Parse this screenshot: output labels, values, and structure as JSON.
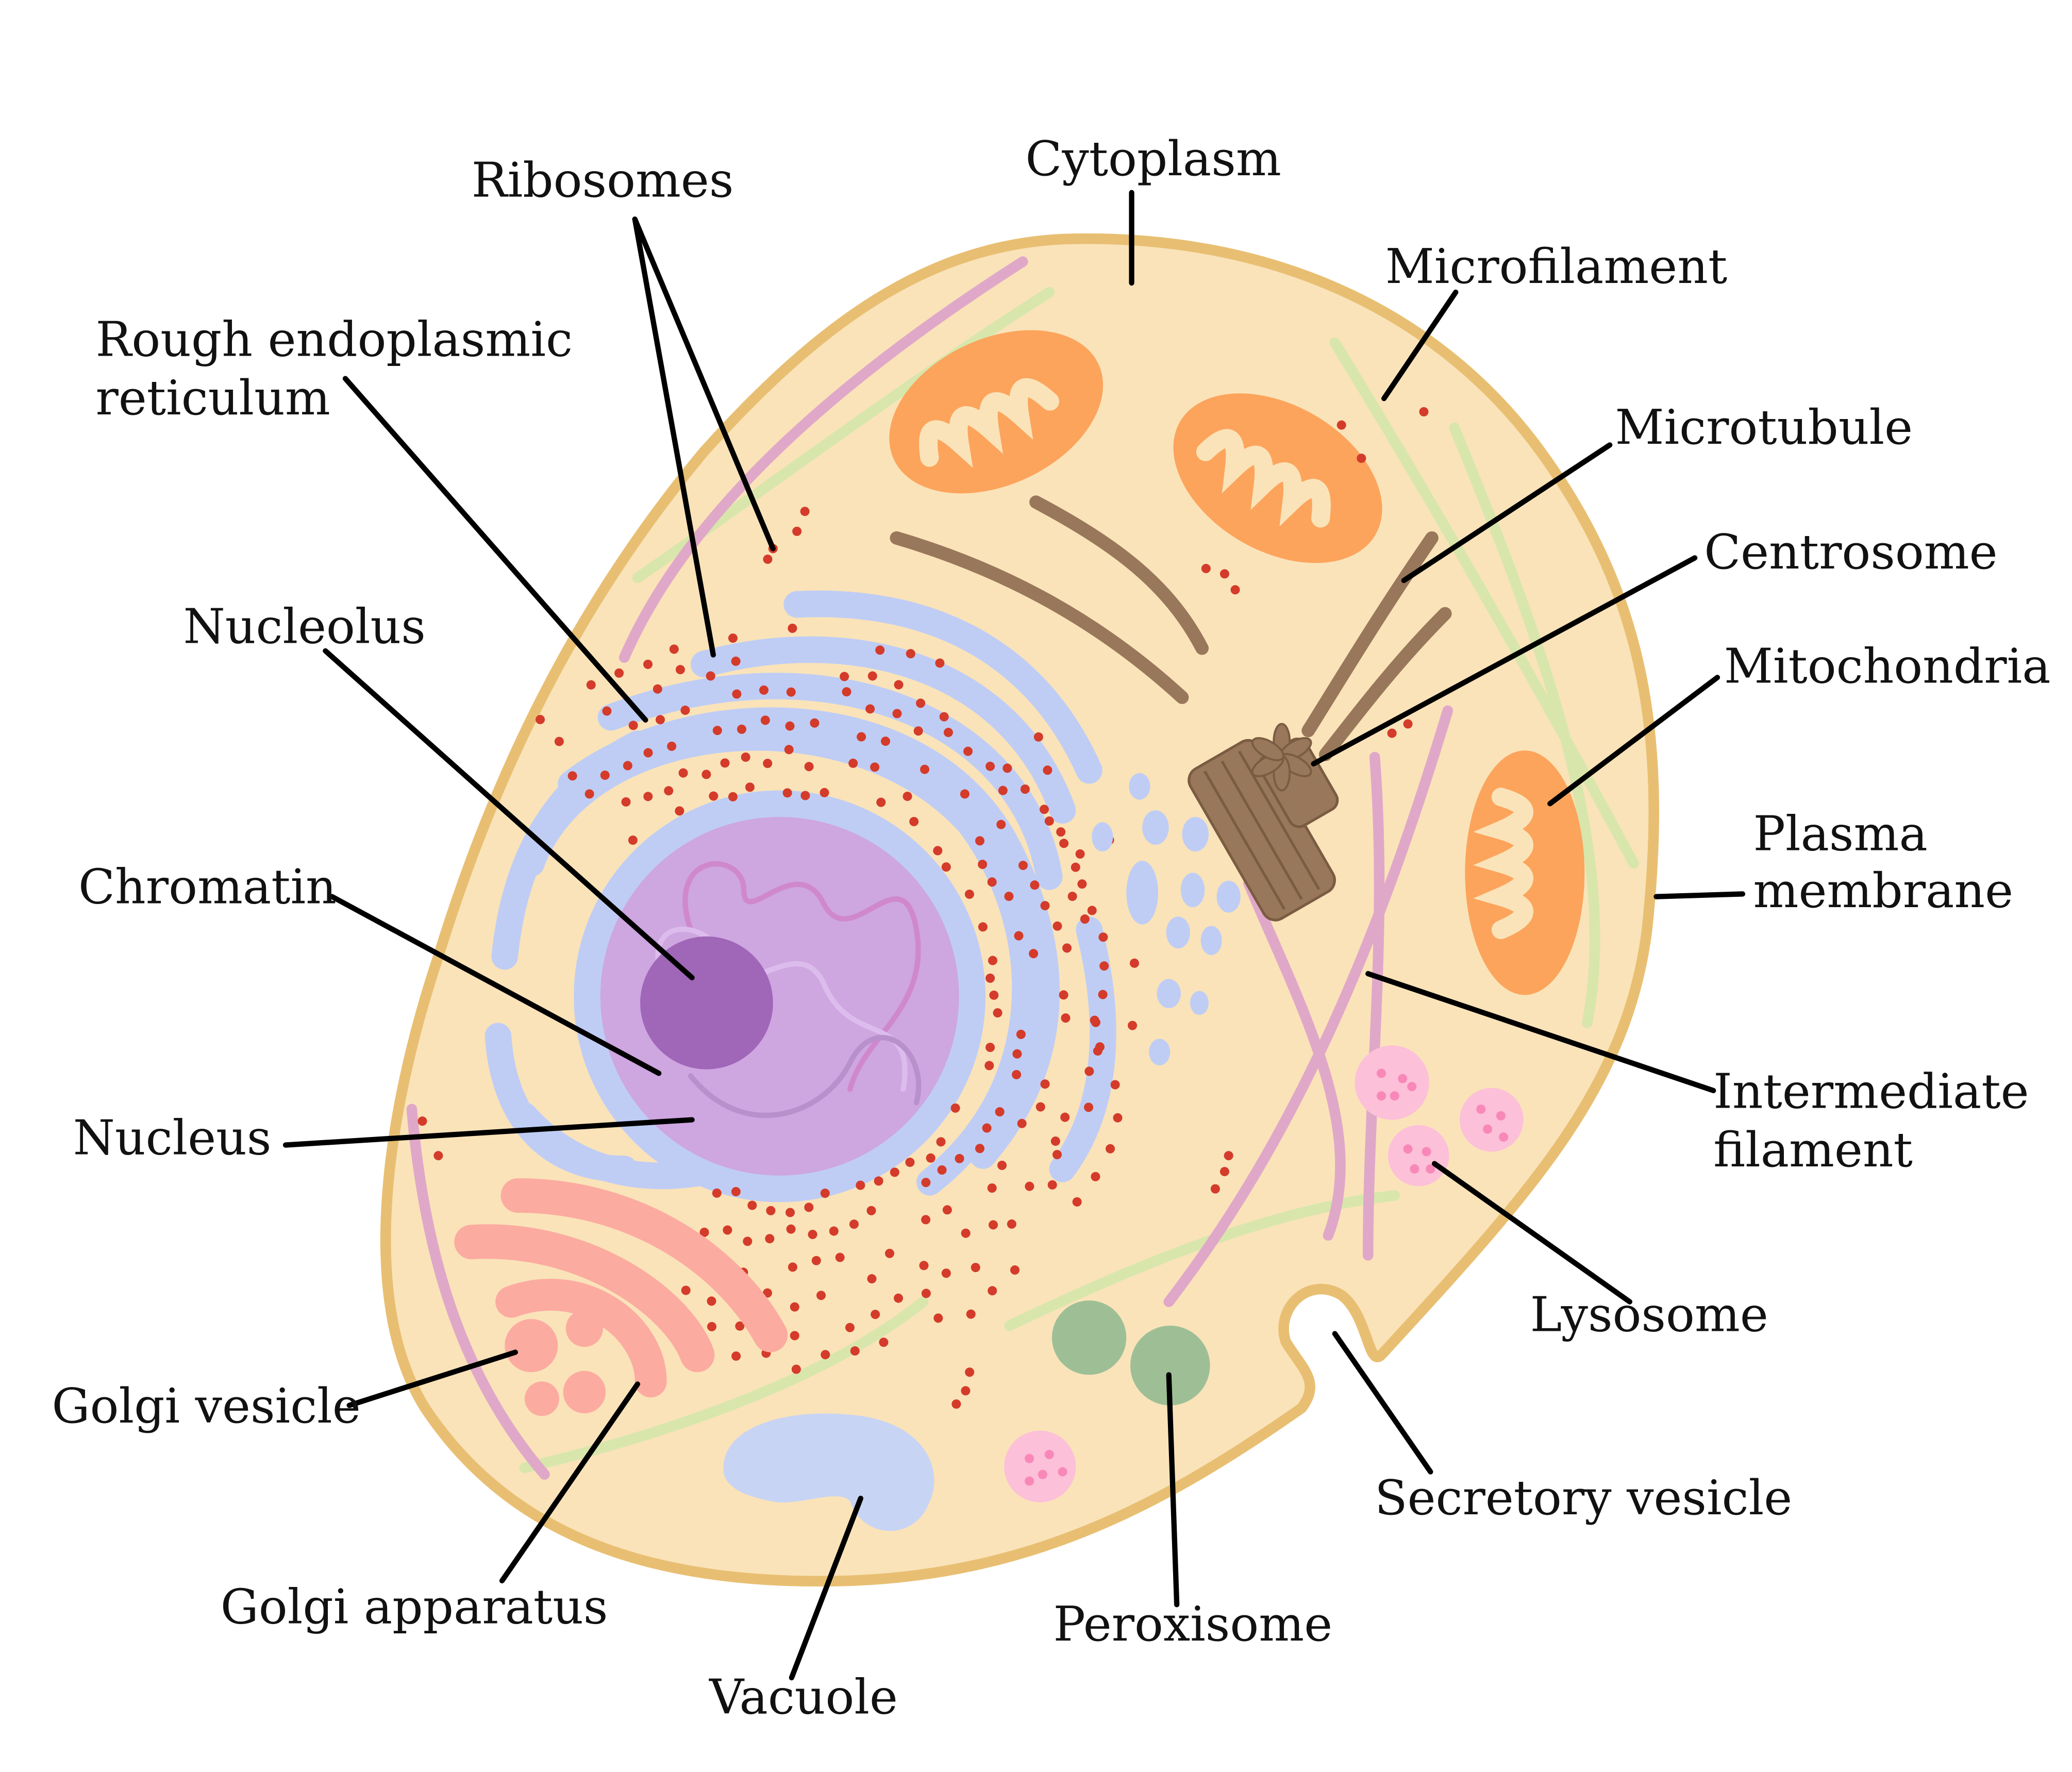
{
  "title": "Animal cell diagram",
  "colors": {
    "cytoplasm": "#fae3b9",
    "membrane": "#e8bf72",
    "er": "#bfcdf5",
    "ribosome": "#d43b2a",
    "nucleus": "#cea6e0",
    "nucleolus": "#a066b8",
    "mitochondria": "#fca45c",
    "golgi": "#fcaba0",
    "microtubule": "#98775a",
    "microfilament": "#d8e6ac",
    "intermediate_filament": "#e0a8c8",
    "lysosome": "#fcc0d8",
    "peroxisome": "#9ebf96",
    "vacuole": "#c8d4f4"
  },
  "labels": {
    "ribosomes": "Ribosomes",
    "cytoplasm": "Cytoplasm",
    "microfilament": "Microfilament",
    "rough_er_line1": "Rough endoplasmic",
    "rough_er_line2": "reticulum",
    "microtubule": "Microtubule",
    "centrosome": "Centrosome",
    "nucleolus": "Nucleolus",
    "mitochondria": "Mitochondria",
    "plasma_membrane_line1": "Plasma",
    "plasma_membrane_line2": "membrane",
    "chromatin": "Chromatin",
    "nucleus": "Nucleus",
    "intermediate_filament_line1": "Intermediate",
    "intermediate_filament_line2": "filament",
    "lysosome": "Lysosome",
    "golgi_vesicle": "Golgi vesicle",
    "secretory_vesicle": "Secretory vesicle",
    "golgi_apparatus": "Golgi apparatus",
    "peroxisome": "Peroxisome",
    "vacuole": "Vacuole"
  }
}
